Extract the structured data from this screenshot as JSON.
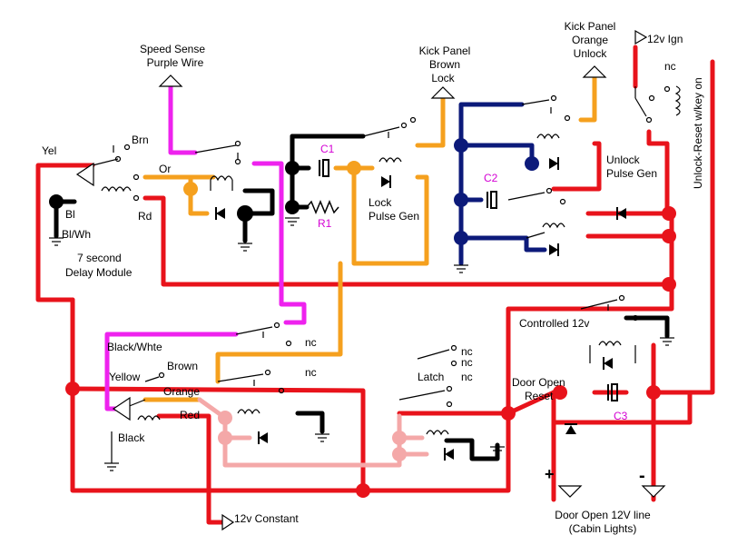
{
  "labels": {
    "speed_sense": "Speed Sense",
    "purple_wire": "Purple Wire",
    "kick_brown_1": "Kick Panel",
    "kick_brown_2": "Brown",
    "kick_brown_3": "Lock",
    "kick_orange_1": "Kick Panel",
    "kick_orange_2": "Orange",
    "kick_orange_3": "Unlock",
    "ign": "12v Ign",
    "nc": "nc",
    "unlock_reset": "Unlock-Reset w/key on",
    "yel": "Yel",
    "brn": "Brn",
    "or": "Or",
    "bl": "Bl",
    "blwh": "Bl/Wh",
    "rd": "Rd",
    "delay1": "7 second",
    "delay2": "Delay Module",
    "c1": "C1",
    "r1": "R1",
    "lock_pulse1": "Lock",
    "lock_pulse2": "Pulse Gen",
    "c2": "C2",
    "unlock_pulse1": "Unlock",
    "unlock_pulse2": "Pulse Gen",
    "controlled": "Controlled 12v",
    "black_white": "Black/Whte",
    "brown": "Brown",
    "yellow": "Yellow",
    "orange": "Orange",
    "red": "Red",
    "black": "Black",
    "latch": "Latch",
    "door_open1": "Door Open",
    "door_open2": "Reset",
    "c3": "C3",
    "plus": "+",
    "minus": "-",
    "constant": "12v Constant",
    "door_line1": "Door Open 12V line",
    "door_line2": "(Cabin Lights)"
  },
  "colors": {
    "red": "#e8131b",
    "black": "#000000",
    "magenta": "#ee22ee",
    "orange": "#f5a01e",
    "navy": "#0c1a7a",
    "pink": "#f4a8a8",
    "label_magenta": "#d400d4"
  }
}
